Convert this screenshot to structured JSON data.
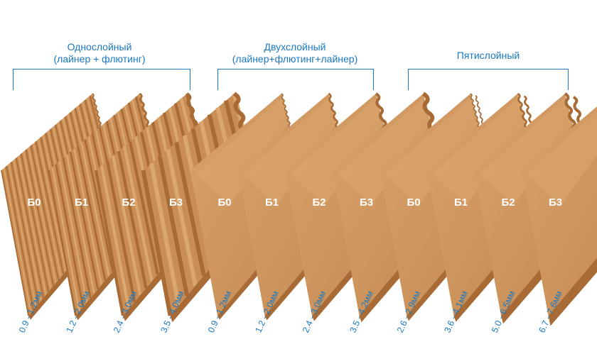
{
  "colors": {
    "accent": "#1a78c2",
    "cardboard": "#c98e55",
    "cardboard_dark": "#a86b35",
    "cardboard_light": "#dba76f",
    "label": "#ffffff"
  },
  "groups": [
    {
      "title": "Однослойный\n(лайнер + флютинг)"
    },
    {
      "title": "Двухслойный\n(лайнер+флютинг+лайнер)"
    },
    {
      "title": "Пятислойный"
    }
  ],
  "sheets": [
    {
      "group": 0,
      "style": "ribbed",
      "flute": "fine",
      "label": "Б0",
      "thickness": "0.9 - 1.2мм"
    },
    {
      "group": 0,
      "style": "ribbed",
      "flute": "small",
      "label": "Б1",
      "thickness": "1.2 - 2.0мм"
    },
    {
      "group": 0,
      "style": "ribbed",
      "flute": "medium",
      "label": "Б2",
      "thickness": "2.4 - 3.0мм"
    },
    {
      "group": 0,
      "style": "ribbed",
      "flute": "large",
      "label": "Б3",
      "thickness": "3.5 - 4.0мм"
    },
    {
      "group": 1,
      "style": "flat",
      "flute": "fine",
      "label": "Б0",
      "thickness": "0.9 - 1.2мм"
    },
    {
      "group": 1,
      "style": "flat",
      "flute": "small",
      "label": "Б1",
      "thickness": "1.2 - 2.0мм"
    },
    {
      "group": 1,
      "style": "flat",
      "flute": "medium",
      "label": "Б2",
      "thickness": "2.4 - 3.0мм"
    },
    {
      "group": 1,
      "style": "flat",
      "flute": "large",
      "label": "Б3",
      "thickness": "3.5 - 4.2мм"
    },
    {
      "group": 2,
      "style": "double",
      "flute": "fine",
      "label": "Б0",
      "thickness": "2.6 - 2.9мм"
    },
    {
      "group": 2,
      "style": "double",
      "flute": "small",
      "label": "Б1",
      "thickness": "3.6 - 4.1мм"
    },
    {
      "group": 2,
      "style": "double",
      "flute": "medium",
      "label": "Б2",
      "thickness": "5.0 - 6.5мм"
    },
    {
      "group": 2,
      "style": "double",
      "flute": "large",
      "label": "Б3",
      "thickness": "6.7 - 7.6мм"
    }
  ]
}
